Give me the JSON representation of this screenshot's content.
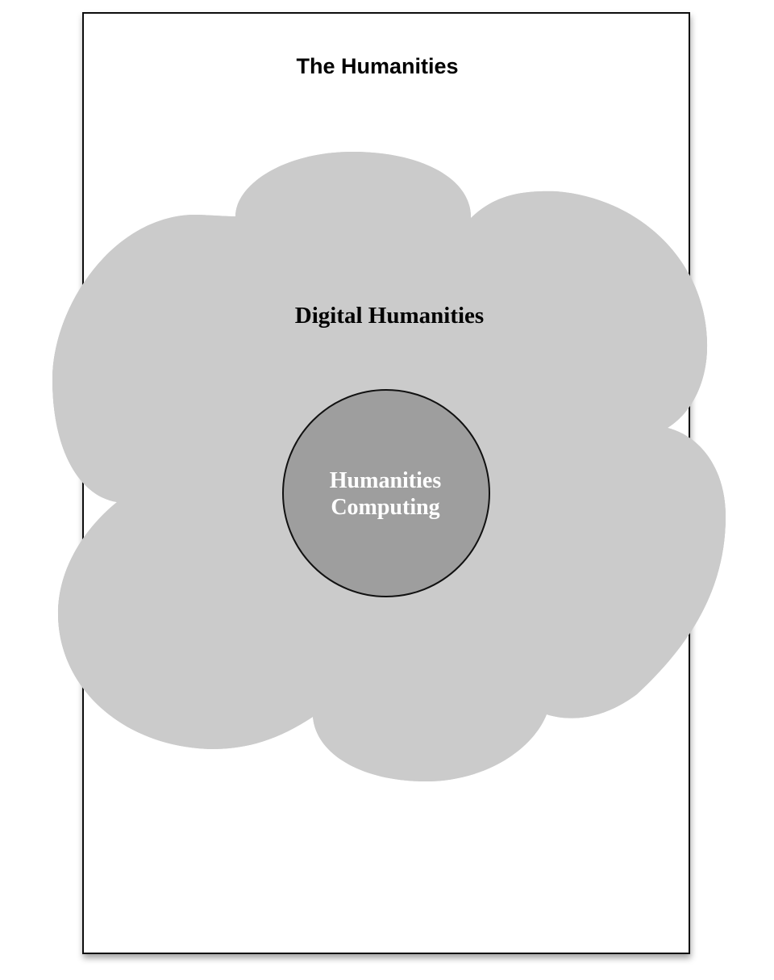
{
  "diagram": {
    "outer_label": "The Humanities",
    "middle_label": "Digital Humanities",
    "inner_label_line1": "Humanities",
    "inner_label_line2": "Computing"
  },
  "colors": {
    "outer_fill": "#ffffff",
    "outer_border": "#111111",
    "cloud_fill": "#cbcbcb",
    "cloud_overflow_shade": "#a4a4a4",
    "cloud_border": "#111111",
    "circle_fill": "#9e9e9e",
    "circle_border": "#111111",
    "inner_text": "#ffffff",
    "label_text": "#000000"
  }
}
